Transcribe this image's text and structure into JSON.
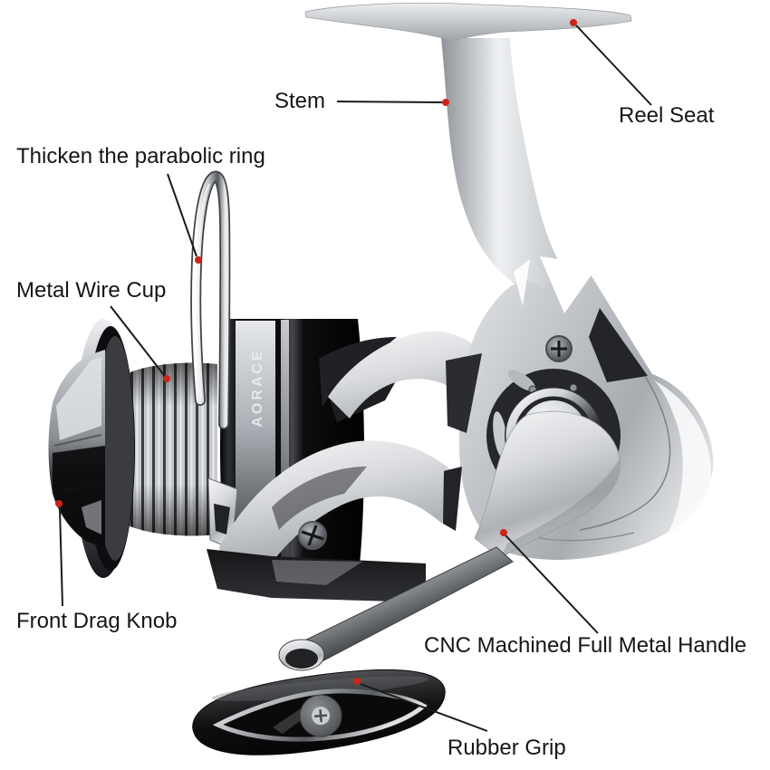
{
  "product": {
    "brand": "AORACE"
  },
  "colors": {
    "label_color": "#161616",
    "leader_color": "#1a1a1a",
    "marker_color": "#cc2418",
    "brand_color": "#e9ecee"
  },
  "labels": {
    "stem": {
      "text": "Stem"
    },
    "reel_seat": {
      "text": "Reel Seat"
    },
    "parabolic_ring": {
      "text": "Thicken the parabolic ring"
    },
    "wire_cup": {
      "text": "Metal Wire Cup"
    },
    "drag_knob": {
      "text": "Front Drag Knob"
    },
    "handle": {
      "text": "CNC Machined Full Metal Handle"
    },
    "rubber_grip": {
      "text": "Rubber Grip"
    }
  }
}
